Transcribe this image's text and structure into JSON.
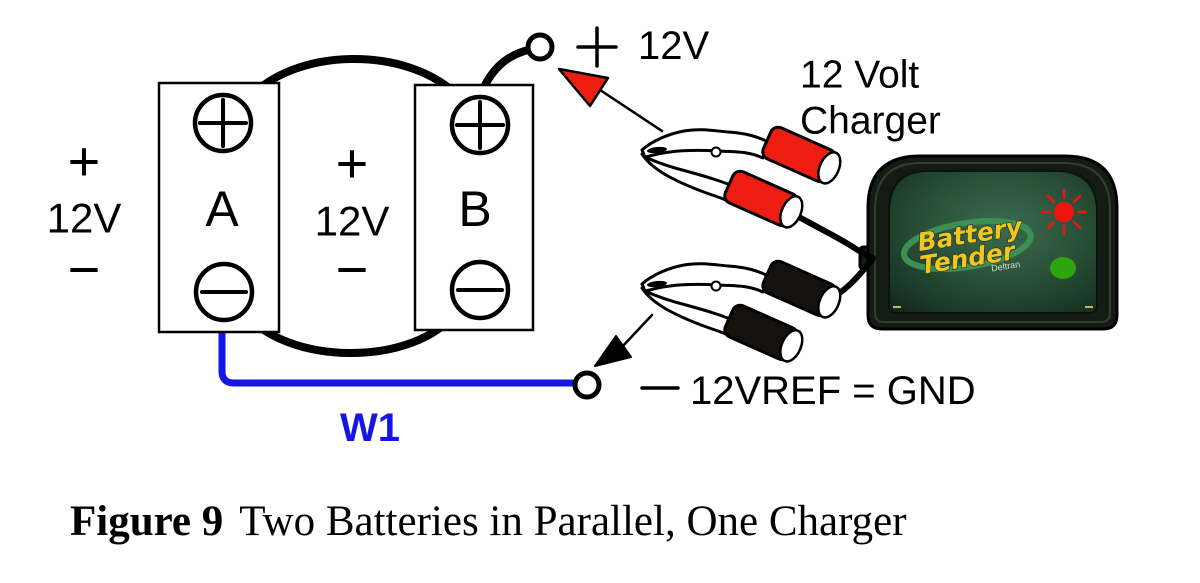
{
  "colors": {
    "wire-blue": "#1515e8",
    "accent-red": "#ee1d12",
    "led-red": "#ee1410",
    "led-green": "#2ea50f",
    "logo-yellow": "#f2c51f",
    "logo-green": "#3e8f55",
    "charger-shell": "#131b14",
    "charger-panel": "#27503a"
  },
  "left_rail": {
    "plus": "+",
    "voltage": "12V",
    "minus": "−"
  },
  "mid_rail": {
    "plus": "+",
    "voltage": "12V",
    "minus": "−"
  },
  "battery_a": {
    "label": "A"
  },
  "battery_b": {
    "label": "B"
  },
  "positive_node": {
    "plus": "+",
    "label": "12V"
  },
  "ground_node": {
    "minus": "−",
    "label": "12VREF = GND"
  },
  "wire": {
    "label": "W1"
  },
  "charger": {
    "title_line1": "12 Volt",
    "title_line2": "Charger",
    "logo_line1": "Battery",
    "logo_line2": "Tender",
    "logo_sub": "Deltran"
  },
  "caption": {
    "bold": "Figure 9",
    "text": "Two Batteries in Parallel, One Charger"
  }
}
